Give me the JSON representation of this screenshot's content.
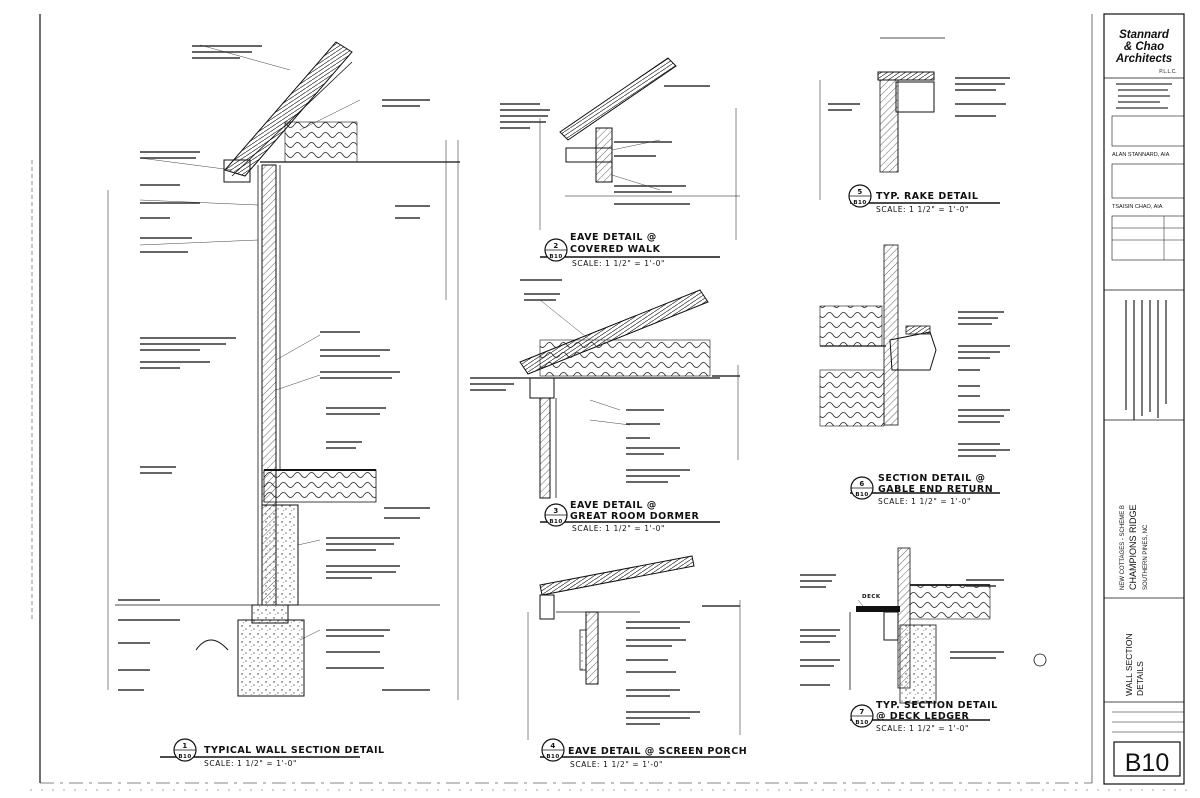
{
  "titleblock": {
    "firm_line1": "Stannard",
    "firm_line2": "& Chao",
    "firm_line3": "Architects",
    "firm_suffix": "P.L.L.C.",
    "architect1": "ALAN STANNARD, AIA",
    "architect2": "TSAISIN CHAO, AIA",
    "project": "CHAMPIONS RIDGE",
    "project_sub": "NEW COTTAGES - SCHEME B",
    "project_loc": "SOUTHERN PINES, NC",
    "sheet_title1": "WALL SECTION",
    "sheet_title2": "DETAILS",
    "sheet_number": "B10"
  },
  "details": [
    {
      "num": "1",
      "title": "TYPICAL WALL SECTION DETAIL",
      "sheet": "B10",
      "scale": "SCALE: 1 1/2\" = 1'-0\""
    },
    {
      "num": "2",
      "title_l1": "EAVE DETAIL @",
      "title_l2": "COVERED WALK",
      "sheet": "B10",
      "scale": "SCALE: 1 1/2\" = 1'-0\""
    },
    {
      "num": "3",
      "title_l1": "EAVE DETAIL @",
      "title_l2": "GREAT ROOM DORMER",
      "sheet": "B10",
      "scale": "SCALE: 1 1/2\" = 1'-0\""
    },
    {
      "num": "4",
      "title": "EAVE DETAIL @ SCREEN PORCH",
      "sheet": "B10",
      "scale": "SCALE: 1 1/2\" = 1'-0\""
    },
    {
      "num": "5",
      "title": "TYP. RAKE DETAIL",
      "sheet": "B10",
      "scale": "SCALE: 1 1/2\" = 1'-0\""
    },
    {
      "num": "6",
      "title_l1": "SECTION DETAIL @",
      "title_l2": "GABLE END RETURN",
      "sheet": "B10",
      "scale": "SCALE: 1 1/2\" = 1'-0\""
    },
    {
      "num": "7",
      "title_l1": "TYP. SECTION DETAIL",
      "title_l2": "@ DECK LEDGER",
      "sheet": "B10",
      "scale": "SCALE: 1 1/2\" = 1'-0\""
    }
  ],
  "labels": {
    "deck": "DECK"
  }
}
